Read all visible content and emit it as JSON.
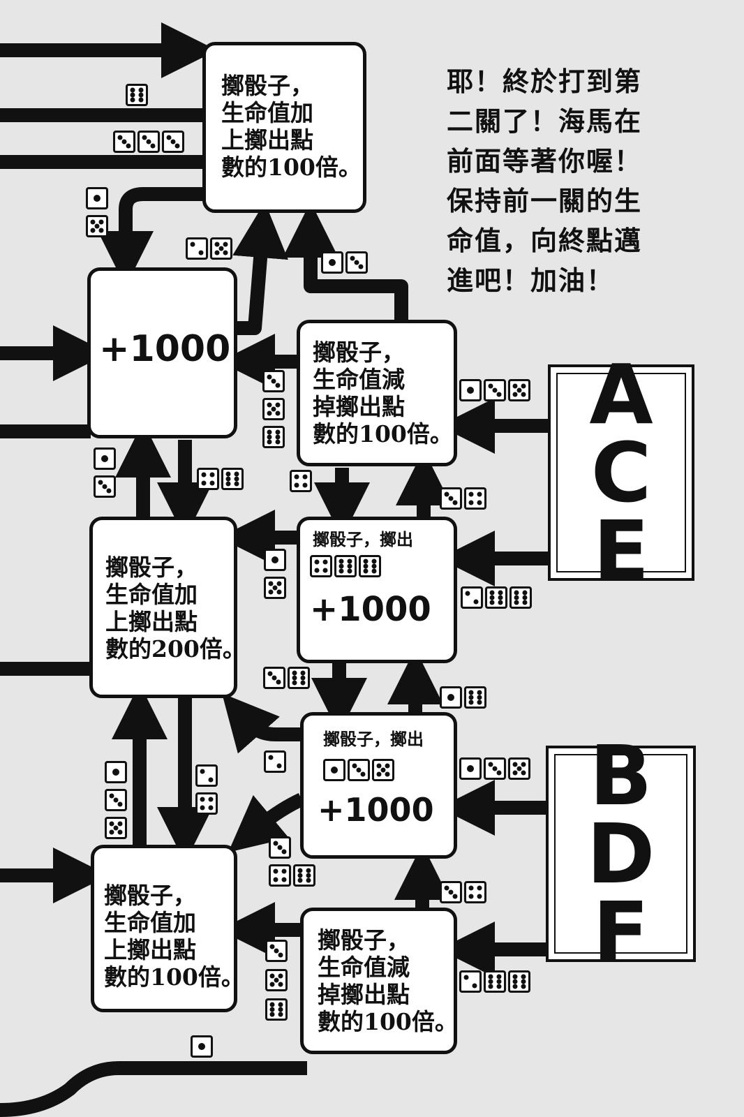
{
  "message": "耶！終於打到第\n二關了！海馬在\n前面等著你喔！\n保持前一關的生\n命值，向終點邁\n進吧！加油！",
  "squares": [
    {
      "id": "top",
      "text": "擲骰子，\n生命值加\n上擲出點\n數的100倍。"
    },
    {
      "id": "plus1000",
      "big": "+1000"
    },
    {
      "id": "mid-right-1",
      "text": "擲骰子，\n生命值減\n掉擲出點\n數的100倍。"
    },
    {
      "id": "mid-right-2",
      "label": "擲骰子，擲出",
      "big": "+1000",
      "dice": [
        4,
        6,
        6
      ]
    },
    {
      "id": "mid-left",
      "text": "擲骰子，\n生命值加\n上擲出點\n數的200倍。"
    },
    {
      "id": "low-right-1",
      "label": "擲骰子，擲出",
      "big": "+1000",
      "dice": [
        1,
        3,
        5
      ]
    },
    {
      "id": "bottom-left",
      "text": "擲骰子，\n生命值加\n上擲出點\n數的100倍。"
    },
    {
      "id": "bottom-right",
      "text": "擲骰子，\n生命值減\n掉擲出點\n數的100倍。"
    }
  ],
  "start_cards": [
    {
      "id": "ace",
      "letters": [
        "A",
        "C",
        "E"
      ]
    },
    {
      "id": "bdf",
      "letters": [
        "B",
        "D",
        "F"
      ]
    }
  ],
  "dice_groups": [
    {
      "name": "dice-a",
      "values": [
        6
      ]
    },
    {
      "name": "dice-b",
      "values": [
        3,
        3,
        3
      ]
    },
    {
      "name": "dice-c",
      "values": [
        1
      ]
    },
    {
      "name": "dice-d",
      "values": [
        5
      ]
    },
    {
      "name": "dice-e",
      "values": [
        2,
        5
      ]
    },
    {
      "name": "dice-f",
      "values": [
        1,
        3
      ]
    },
    {
      "name": "dice-g",
      "values": [
        3
      ]
    },
    {
      "name": "dice-h",
      "values": [
        5
      ]
    },
    {
      "name": "dice-i",
      "values": [
        6
      ]
    },
    {
      "name": "dice-j",
      "values": [
        1,
        3,
        5
      ]
    },
    {
      "name": "dice-k",
      "values": [
        1
      ]
    },
    {
      "name": "dice-l",
      "values": [
        3
      ]
    },
    {
      "name": "dice-m",
      "values": [
        4,
        6
      ]
    },
    {
      "name": "dice-n",
      "values": [
        4
      ]
    },
    {
      "name": "dice-o",
      "values": [
        3,
        4
      ]
    },
    {
      "name": "dice-p",
      "values": [
        1
      ]
    },
    {
      "name": "dice-q",
      "values": [
        5
      ]
    },
    {
      "name": "dice-r",
      "values": [
        2,
        6,
        6
      ]
    },
    {
      "name": "dice-s",
      "values": [
        3,
        6
      ]
    },
    {
      "name": "dice-t",
      "values": [
        1,
        6
      ]
    },
    {
      "name": "dice-u",
      "values": [
        2
      ]
    },
    {
      "name": "dice-v",
      "values": [
        1,
        3,
        5
      ]
    },
    {
      "name": "dice-w",
      "values": [
        1
      ]
    },
    {
      "name": "dice-x",
      "values": [
        3
      ]
    },
    {
      "name": "dice-y",
      "values": [
        5
      ]
    },
    {
      "name": "dice-z",
      "values": [
        2
      ]
    },
    {
      "name": "dice-aa",
      "values": [
        4
      ]
    },
    {
      "name": "dice-ab",
      "values": [
        3
      ]
    },
    {
      "name": "dice-ac",
      "values": [
        4,
        6
      ]
    },
    {
      "name": "dice-ad",
      "values": [
        3,
        4
      ]
    },
    {
      "name": "dice-ae",
      "values": [
        2,
        6,
        6
      ]
    },
    {
      "name": "dice-af",
      "values": [
        3
      ]
    },
    {
      "name": "dice-ag",
      "values": [
        5
      ]
    },
    {
      "name": "dice-ah",
      "values": [
        6
      ]
    },
    {
      "name": "dice-ai",
      "values": [
        1
      ]
    }
  ]
}
